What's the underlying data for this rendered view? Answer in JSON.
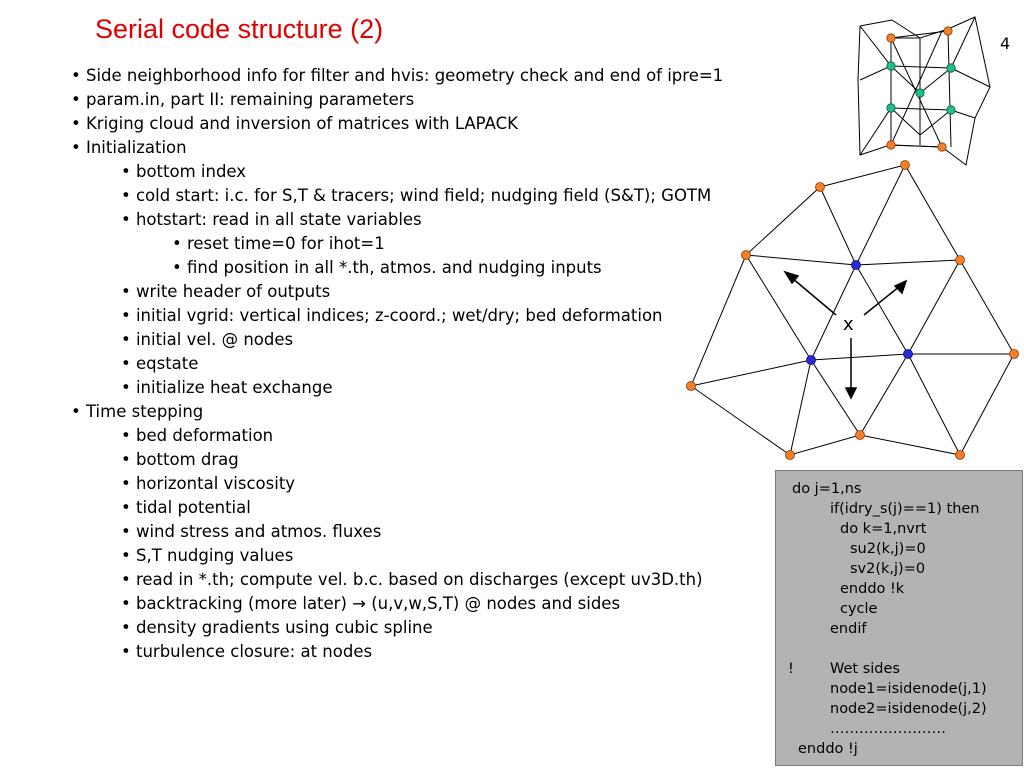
{
  "slide": {
    "title": "Serial code structure (2)",
    "number": "4"
  },
  "bullets": [
    {
      "level": 1,
      "text": "• Side neighborhood info for filter and hvis: geometry check and end of ipre=1"
    },
    {
      "level": 1,
      "text": "• param.in, part II: remaining parameters"
    },
    {
      "level": 1,
      "text": "• Kriging cloud and inversion of matrices with LAPACK"
    },
    {
      "level": 1,
      "text": "• Initialization"
    },
    {
      "level": 2,
      "text": "• bottom index"
    },
    {
      "level": 2,
      "text": "• cold start: i.c. for S,T & tracers; wind field; nudging field (S&T); GOTM"
    },
    {
      "level": 2,
      "text": "• hotstart: read in all state variables"
    },
    {
      "level": 3,
      "text": "• reset time=0 for ihot=1"
    },
    {
      "level": 3,
      "text": "• find position in all *.th, atmos. and nudging inputs"
    },
    {
      "level": 2,
      "text": "• write header of outputs"
    },
    {
      "level": 2,
      "text": "• initial vgrid: vertical indices; z-coord.; wet/dry; bed deformation"
    },
    {
      "level": 2,
      "text": "• initial vel. @ nodes"
    },
    {
      "level": 2,
      "text": "• eqstate"
    },
    {
      "level": 2,
      "text": "• initialize heat exchange"
    },
    {
      "level": 1,
      "text": "• Time stepping"
    },
    {
      "level": 2,
      "text": "• bed deformation"
    },
    {
      "level": 2,
      "text": "• bottom drag"
    },
    {
      "level": 2,
      "text": "• horizontal viscosity"
    },
    {
      "level": 2,
      "text": "• tidal potential"
    },
    {
      "level": 2,
      "text": "• wind stress and atmos. fluxes"
    },
    {
      "level": 2,
      "text": "• S,T nudging values"
    },
    {
      "level": 2,
      "text": "• read in *.th; compute vel. b.c. based on discharges (except uv3D.th)"
    },
    {
      "level": 2,
      "text": "• backtracking (more later) → (u,v,w,S,T) @ nodes and sides"
    },
    {
      "level": 2,
      "text": "• density gradients using cubic spline"
    },
    {
      "level": 2,
      "text": "• turbulence closure: at nodes"
    }
  ],
  "diagram": {
    "label_x": "x"
  },
  "code": {
    "lines": [
      {
        "indent": 0,
        "text": "do j=1,ns"
      },
      {
        "indent": 1,
        "text": "if(idry_s(j)==1) then"
      },
      {
        "indent": 2,
        "text": "do k=1,nvrt"
      },
      {
        "indent": 3,
        "text": "su2(k,j)=0"
      },
      {
        "indent": 3,
        "text": "sv2(k,j)=0"
      },
      {
        "indent": 2,
        "text": "enddo !k"
      },
      {
        "indent": 2,
        "text": "cycle"
      },
      {
        "indent": 1,
        "text": "endif"
      },
      {
        "indent": 0,
        "text": ""
      },
      {
        "indent": 4,
        "text": "!"
      },
      {
        "indent": 1,
        "text": "Wet sides"
      },
      {
        "indent": 1,
        "text": "node1=isidenode(j,1)"
      },
      {
        "indent": 1,
        "text": "node2=isidenode(j,2)"
      },
      {
        "indent": 1,
        "text": "……………………"
      },
      {
        "indent": 5,
        "text": "enddo !j"
      }
    ]
  },
  "colors": {
    "title": "#e00000",
    "orange_node": "#f47f2a",
    "blue_node": "#2b2bd6",
    "green_node": "#1fbf8f",
    "code_bg": "#b3b3b3"
  }
}
